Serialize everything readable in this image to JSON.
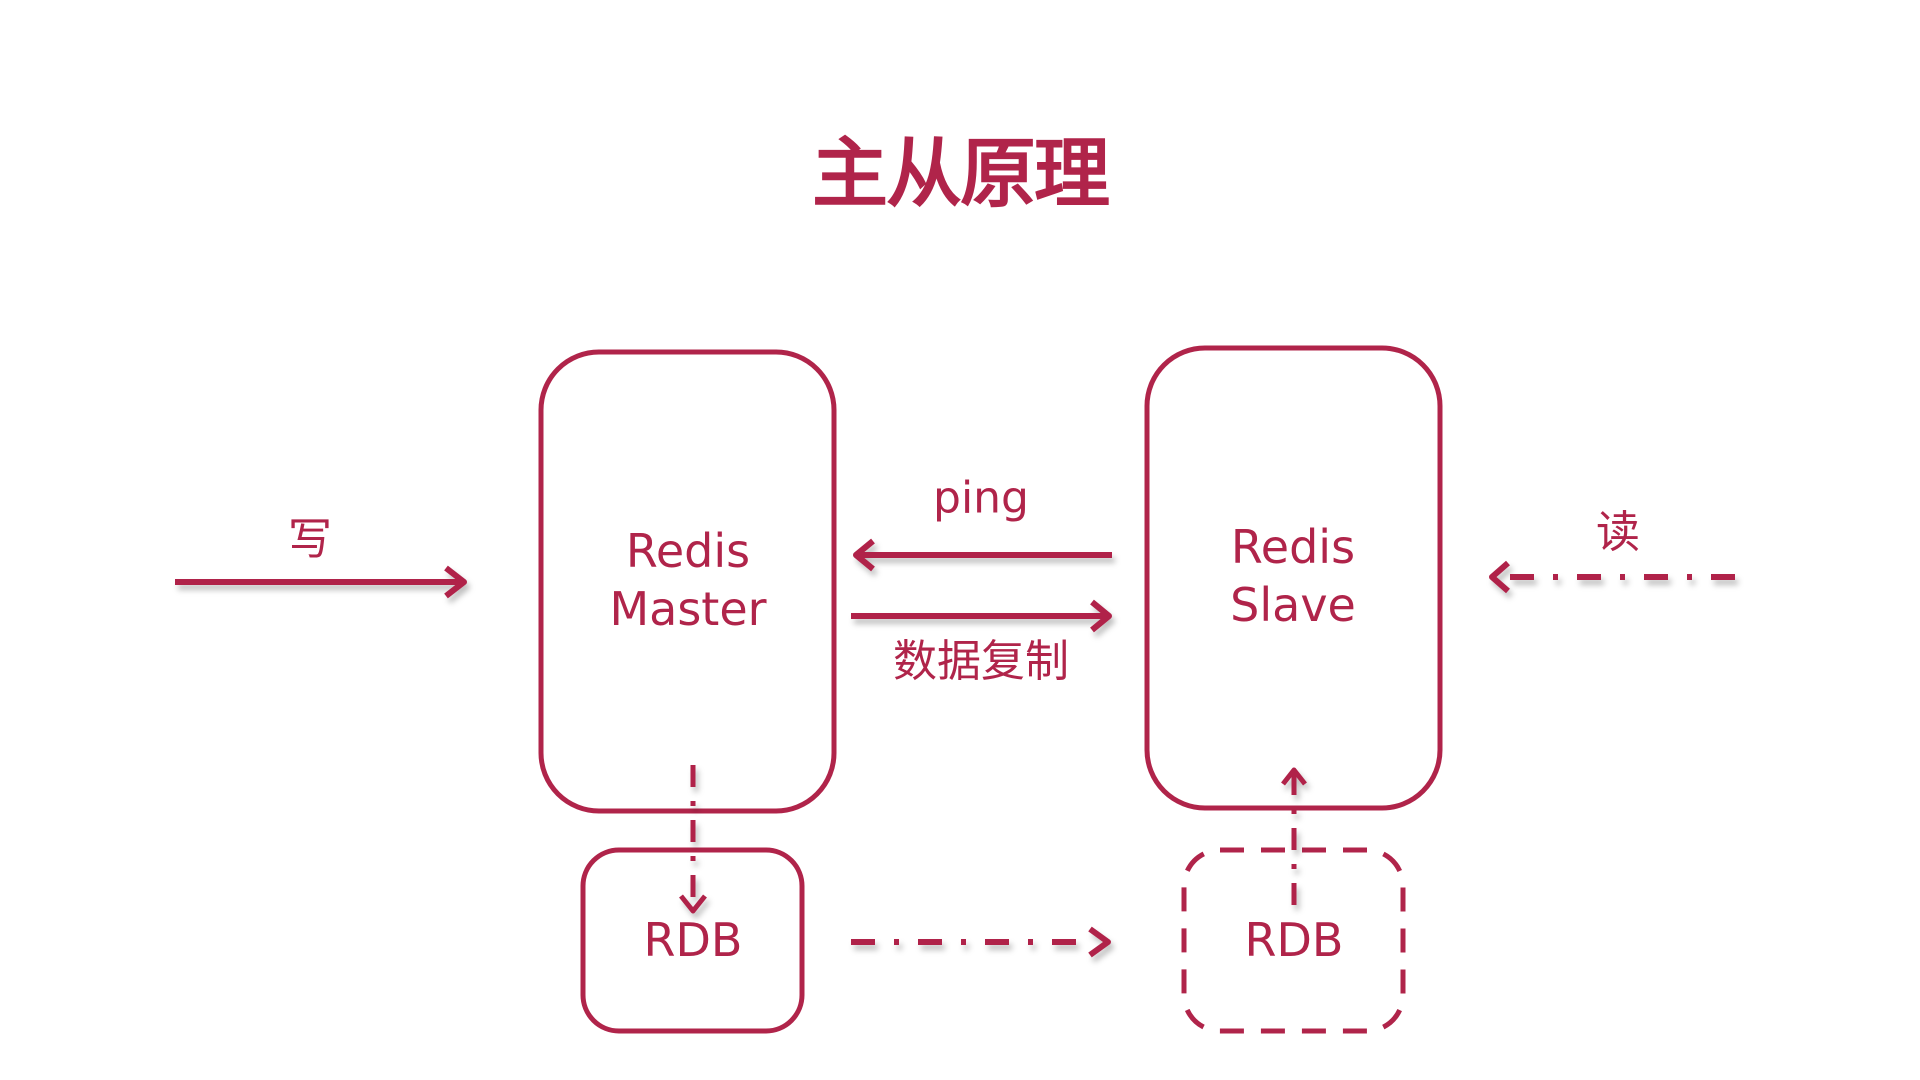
{
  "title": "主从原理",
  "colors": {
    "accent": "#B0244A",
    "background": "#FFFFFF"
  },
  "nodes": {
    "master": {
      "line1": "Redis",
      "line2": "Master",
      "border": "solid"
    },
    "slave": {
      "line1": "Redis",
      "line2": "Slave",
      "border": "solid"
    },
    "master_rdb": {
      "label": "RDB",
      "border": "solid"
    },
    "slave_rdb": {
      "label": "RDB",
      "border": "dashed"
    }
  },
  "edges": {
    "write": {
      "label": "写",
      "from": "client",
      "to": "master",
      "style": "solid"
    },
    "read": {
      "label": "读",
      "from": "client",
      "to": "slave",
      "style": "dash-dot"
    },
    "ping": {
      "label": "ping",
      "from": "slave",
      "to": "master",
      "style": "solid"
    },
    "replication": {
      "label": "数据复制",
      "from": "master",
      "to": "slave",
      "style": "solid"
    },
    "master_to_rdb": {
      "label": "",
      "from": "master",
      "to": "master_rdb",
      "style": "dashed"
    },
    "rdb_transfer": {
      "label": "",
      "from": "master_rdb",
      "to": "slave_rdb",
      "style": "dash-dot"
    },
    "rdb_to_slave": {
      "label": "",
      "from": "slave_rdb",
      "to": "slave",
      "style": "dashed"
    }
  }
}
